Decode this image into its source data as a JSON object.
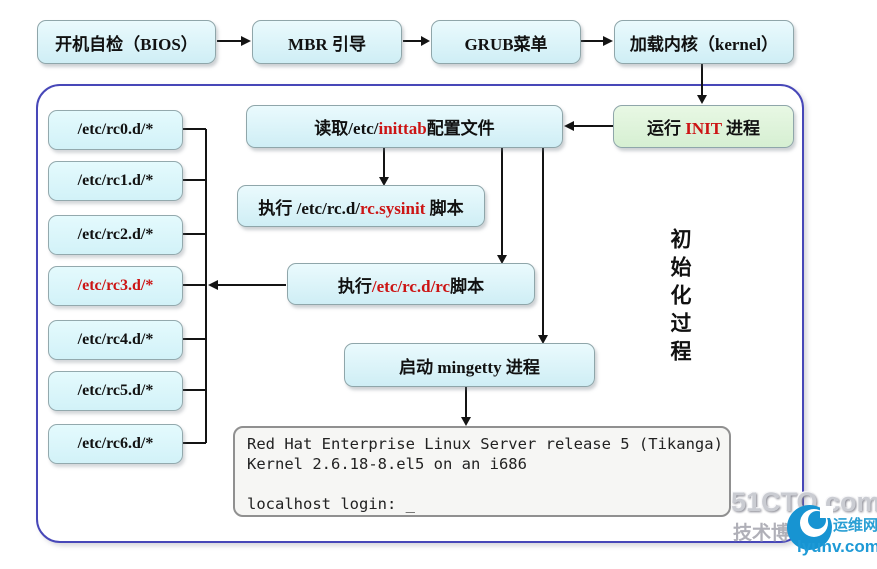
{
  "colors": {
    "accent_red": "#cc1414",
    "box_cyan": "#d6f1f6",
    "box_green": "#ddf3d9",
    "container_border": "#4747b8",
    "link_blue": "#1e9ad6"
  },
  "boot_row": {
    "bios": "开机自检（BIOS）",
    "mbr": "MBR 引导",
    "grub": "GRUB菜单",
    "kernel": "加载内核（kernel）"
  },
  "init_flow": {
    "run_init": {
      "pre": "运行 ",
      "red": "INIT",
      "post": " 进程"
    },
    "read_inittab": {
      "pre": "读取/etc/",
      "red": "inittab",
      "post": "配置文件"
    },
    "rc_sysinit": {
      "pre": "执行 /etc/rc.d/",
      "red": "rc.sysinit",
      "post": " 脚本"
    },
    "rc_script": {
      "pre": "执行",
      "red": "/etc/rc.d/rc",
      "post": "脚本"
    },
    "mingetty": "启动 mingetty 进程",
    "side_label": "初始化过程"
  },
  "runlevels": [
    {
      "label": "/etc/rc0.d/*"
    },
    {
      "label": "/etc/rc1.d/*"
    },
    {
      "label": "/etc/rc2.d/*"
    },
    {
      "label": "/etc/rc3.d/*",
      "highlight": true
    },
    {
      "label": "/etc/rc4.d/*"
    },
    {
      "label": "/etc/rc5.d/*"
    },
    {
      "label": "/etc/rc6.d/*"
    }
  ],
  "terminal": {
    "lines": [
      "Red Hat Enterprise Linux Server release 5 (Tikanga)",
      "Kernel 2.6.18-8.el5 on an i686",
      "",
      "localhost login: _"
    ]
  },
  "watermark": {
    "brand": "51CTO.com",
    "sub": "技术博客",
    "site_name": "运维网",
    "site_url": "lyunv.com"
  }
}
